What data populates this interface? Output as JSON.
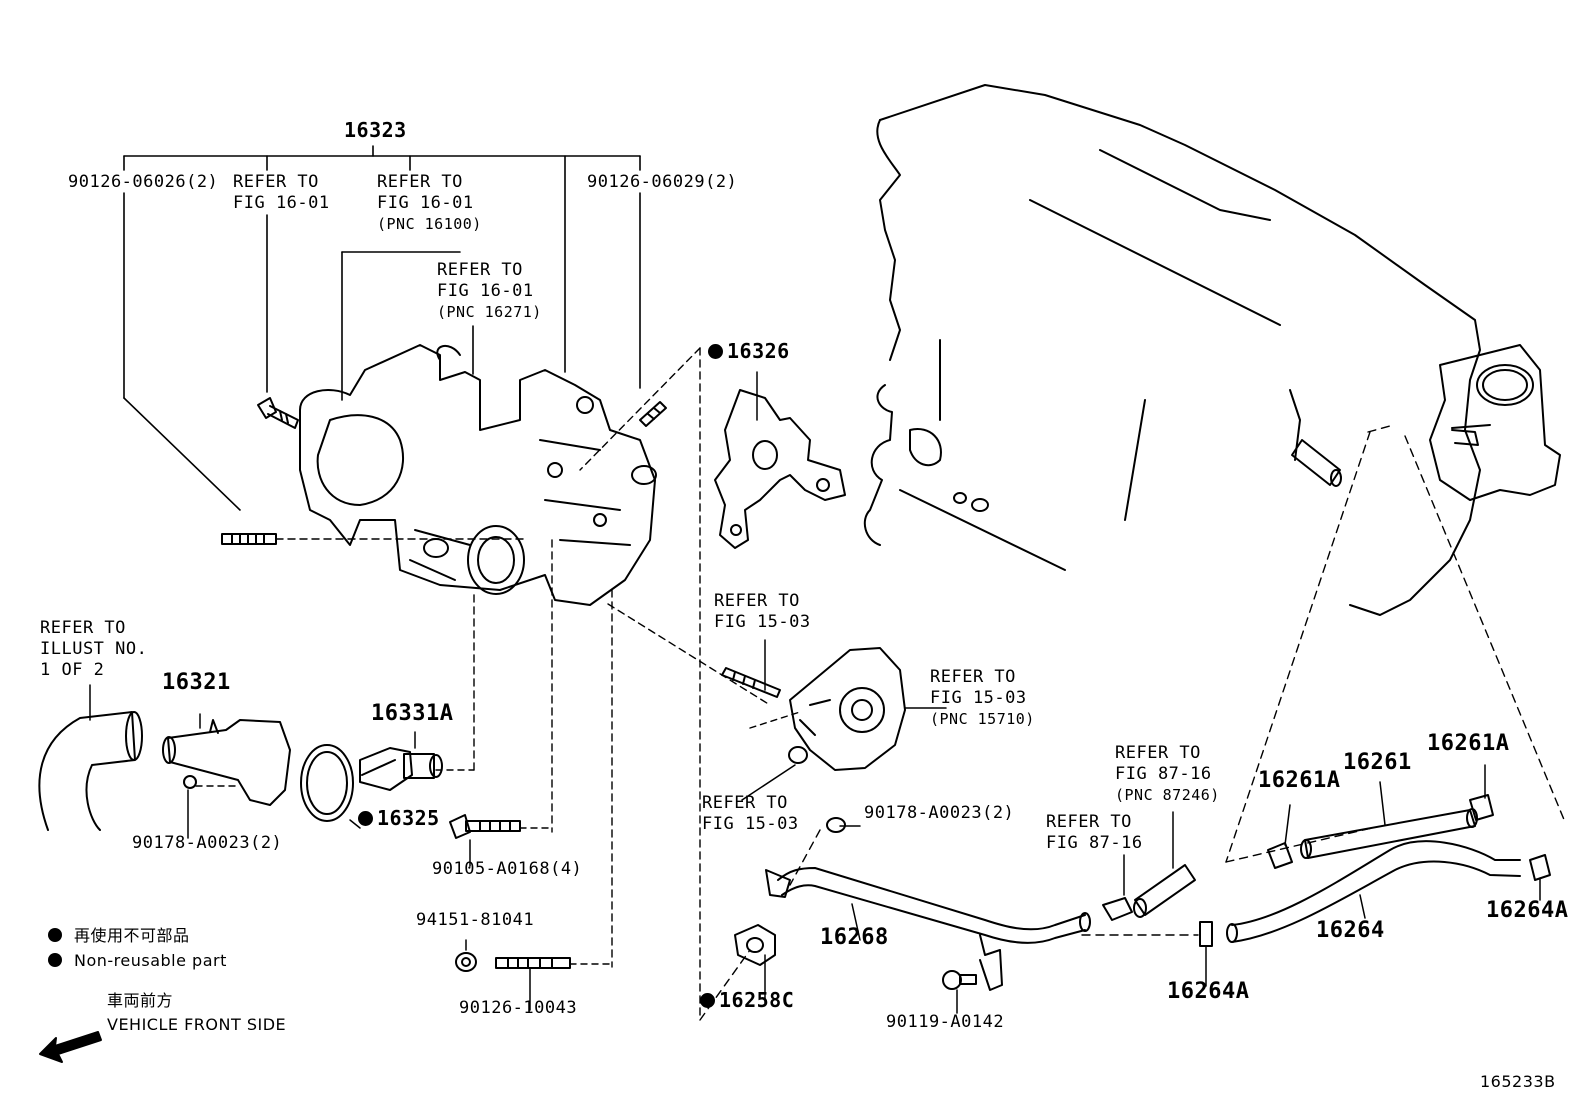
{
  "labels": {
    "kit_16323": "16323",
    "bolt_left": "90126-06026(2)",
    "refer1": [
      "REFER TO",
      "FIG 16-01"
    ],
    "refer2": [
      "REFER TO",
      "FIG 16-01",
      "(PNC 16100)"
    ],
    "bolt_right": "90126-06029(2)",
    "refer3": [
      "REFER TO",
      "FIG 16-01",
      "(PNC 16271)"
    ],
    "gasket_16326": "16326",
    "refer_illust": [
      "REFER TO",
      "ILLUST NO.",
      "1 OF 2"
    ],
    "inlet_16321": "16321",
    "thermostat_16331A": "16331A",
    "gasket_16325": "16325",
    "nut_bottom": "90178-A0023(2)",
    "bolt_90105": "90105-A0168(4)",
    "stud_9415": "94151-81041",
    "stud_90126": "90126-10043",
    "refer_fig1503_top": [
      "REFER TO",
      "FIG 15-03"
    ],
    "refer_fig1503_right": [
      "REFER TO",
      "FIG 15-03",
      "(PNC 15710)"
    ],
    "refer_fig1503_low": [
      "REFER TO",
      "FIG 15-03"
    ],
    "nut_90178_right": "90178-A0023(2)",
    "pipe_16268": "16268",
    "gasket_16258C": "16258C",
    "bolt_90119": "90119-A0142",
    "refer_8716_pnc": [
      "REFER TO",
      "FIG 87-16",
      "(PNC 87246)"
    ],
    "refer_8716": [
      "REFER TO",
      "FIG 87-16"
    ],
    "clamp_16264A_mid": "16264A",
    "hose_16264": "16264",
    "clamp_16264A_right": "16264A",
    "hose_16261": "16261",
    "clamp_16261A_left": "16261A",
    "clamp_16261A_right": "16261A",
    "legend_jp": "再使用不可部品",
    "legend_en": "Non-reusable part",
    "front_jp": "車両前方",
    "front_en": "VEHICLE FRONT SIDE",
    "figure_id": "165233B"
  }
}
